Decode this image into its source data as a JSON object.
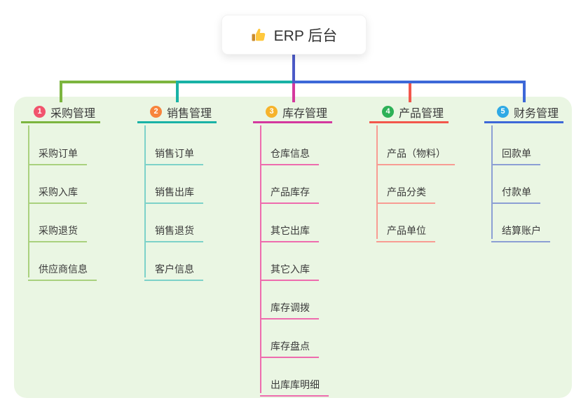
{
  "root": {
    "label": "ERP 后台",
    "icon": "thumbs-up-icon"
  },
  "colors": {
    "panel_bg": "#EAF6E3",
    "root_connector": "#4C5AC7",
    "card_bg": "#FFFFFF",
    "text": "#3A3A3A"
  },
  "mindmap": {
    "branches": [
      {
        "badge": "1",
        "title": "采购管理",
        "line_color": "#7CB53F",
        "light_line_color": "#A9D17E",
        "badge_color": "#F1546D",
        "children": [
          "采购订单",
          "采购入库",
          "采购退货",
          "供应商信息"
        ]
      },
      {
        "badge": "2",
        "title": "销售管理",
        "line_color": "#19B2A6",
        "light_line_color": "#7DD2C9",
        "badge_color": "#F8843C",
        "children": [
          "销售订单",
          "销售出库",
          "销售退货",
          "客户信息"
        ]
      },
      {
        "badge": "3",
        "title": "库存管理",
        "line_color": "#D4389E",
        "light_line_color": "#EE6CAE",
        "badge_color": "#F6B32B",
        "children": [
          "仓库信息",
          "产品库存",
          "其它出库",
          "其它入库",
          "库存调拨",
          "库存盘点",
          "出库库明细"
        ]
      },
      {
        "badge": "4",
        "title": "产品管理",
        "line_color": "#F2574C",
        "light_line_color": "#F89C93",
        "badge_color": "#2DB157",
        "children": [
          "产品（物料）",
          "产品分类",
          "产品单位"
        ]
      },
      {
        "badge": "5",
        "title": "财务管理",
        "line_color": "#3D68D8",
        "light_line_color": "#8C9FD4",
        "badge_color": "#2EA9E5",
        "children": [
          "回款单",
          "付款单",
          "结算账户"
        ]
      }
    ]
  }
}
